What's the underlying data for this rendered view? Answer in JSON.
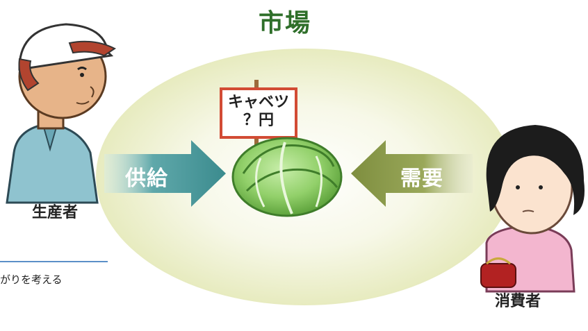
{
  "diagram": {
    "title": "市場",
    "producer_label": "生産者",
    "consumer_label": "消費者",
    "supply_label": "供給",
    "demand_label": "需要",
    "sign": {
      "line1": "キャベツ",
      "line2": "？円"
    },
    "caption": "がりを考える"
  },
  "colors": {
    "title": "#2f6f2a",
    "supply_arrow": "#3f8f92",
    "demand_arrow": "#8a9a4a",
    "market_oval": "#eef0d0",
    "sign_border": "#d24b34",
    "cabbage": "#8fcf64",
    "rule": "#5b8fc8"
  },
  "icons": [
    "producer-figure",
    "consumer-figure",
    "cabbage-icon",
    "price-sign-icon",
    "purse-icon"
  ]
}
